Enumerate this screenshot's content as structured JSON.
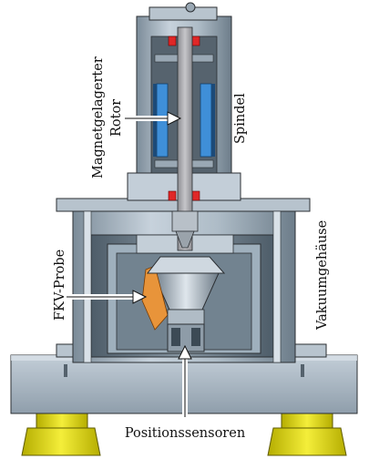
{
  "labels": {
    "rotor_line1": "Magnetgelagerter",
    "rotor_line2": "Rotor",
    "spindle": "Spindel",
    "housing": "Vakuumgehäuse",
    "probe": "FKV-Probe",
    "sensors": "Positionssensoren"
  },
  "colors": {
    "body_light": "#c9d3dc",
    "body_mid": "#9eacb8",
    "body_dark": "#6f7f8c",
    "cut_face": "#d7dee5",
    "shaft": "#a9a9ad",
    "coil_blue": "#3f8fd8",
    "magnet_red": "#e02727",
    "foot_yellow": "#e8e000",
    "outline": "#2b2f33"
  }
}
